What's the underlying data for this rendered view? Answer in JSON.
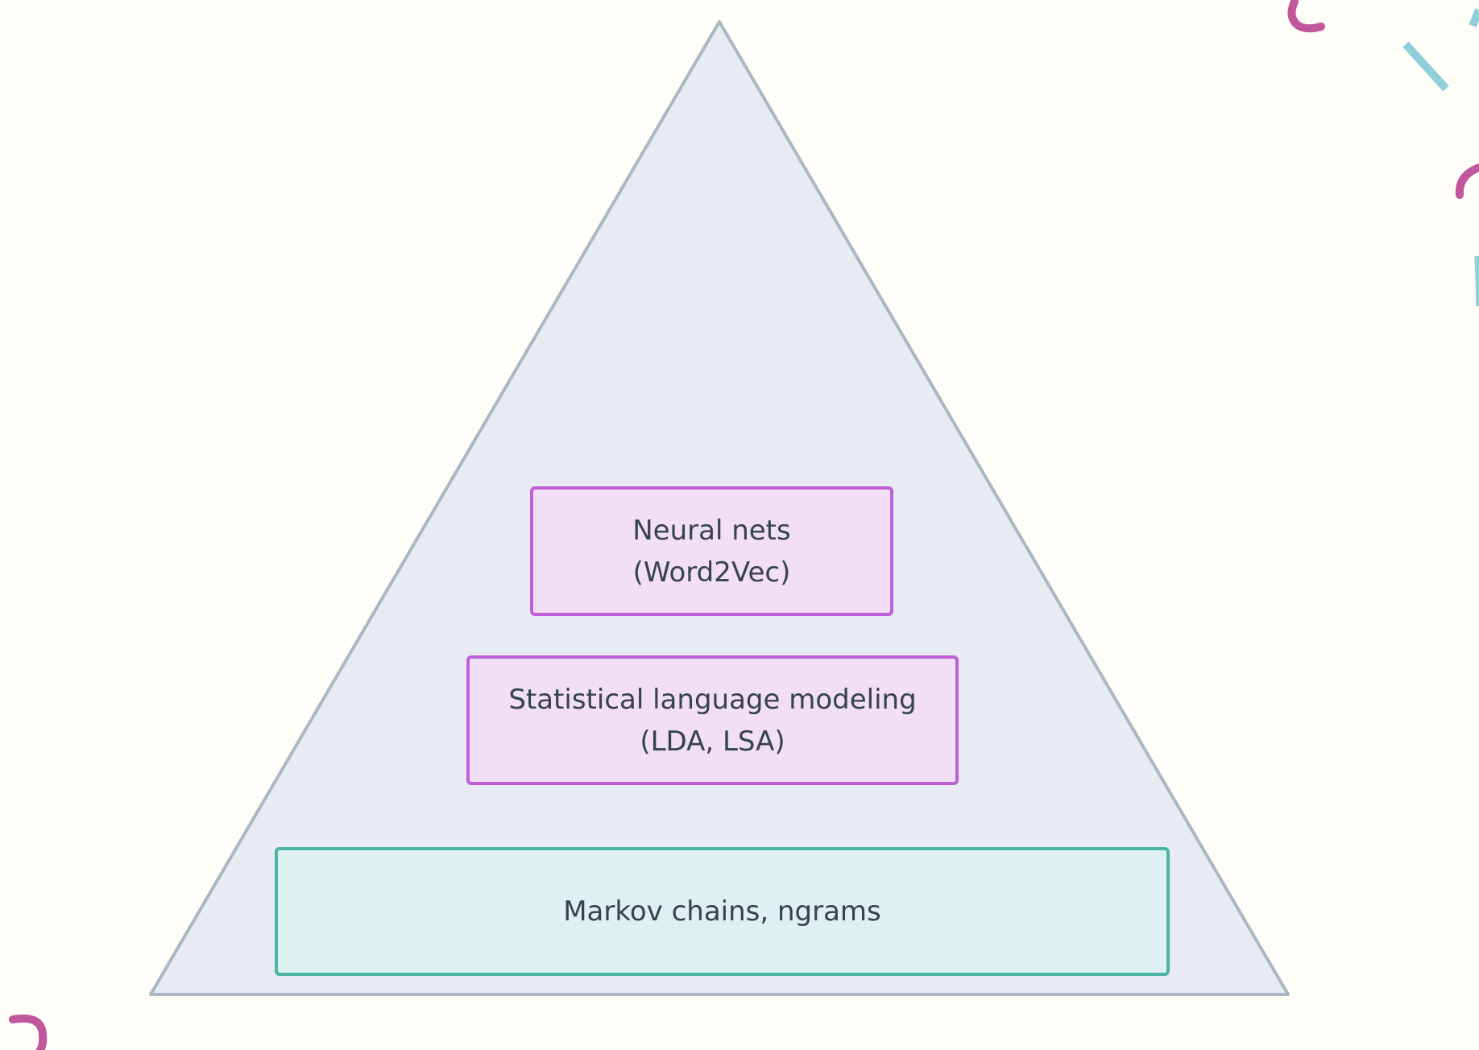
{
  "diagram": {
    "type": "pyramid",
    "levels": [
      {
        "id": "top",
        "lines": [
          "Neural nets",
          "(Word2Vec)"
        ]
      },
      {
        "id": "middle",
        "lines": [
          "Statistical language modeling",
          "(LDA, LSA)"
        ]
      },
      {
        "id": "bottom",
        "lines": [
          "Markov chains, ngrams"
        ]
      }
    ]
  },
  "colors": {
    "background": "#fefdf7",
    "pyramid_fill": "#e8ebf1",
    "pyramid_stroke": "#aab7c5",
    "purple_fill": "#f2dff5",
    "purple_stroke": "#bf5fd6",
    "teal_fill": "#def0f0",
    "teal_stroke": "#4bb5a6",
    "deco_pink": "#c1579d",
    "deco_cyan": "#8ecfd8",
    "text": "#35424f"
  }
}
